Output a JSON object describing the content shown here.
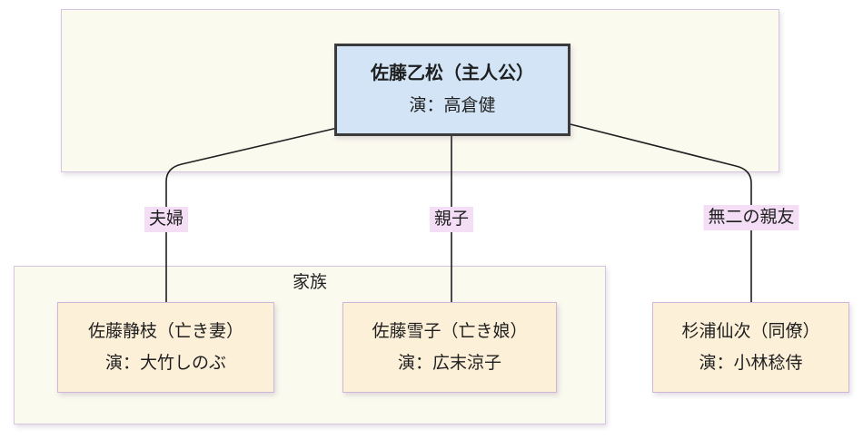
{
  "diagram": {
    "title": "character-relationship-chart",
    "main_character": {
      "name": "佐藤乙松（主人公）",
      "actor": "演：高倉健"
    },
    "relations": [
      {
        "label": "夫婦"
      },
      {
        "label": "親子"
      },
      {
        "label": "無二の親友"
      }
    ],
    "family_group": {
      "label": "家族"
    },
    "characters": [
      {
        "name": "佐藤静枝（亡き妻）",
        "actor": "演：大竹しのぶ"
      },
      {
        "name": "佐藤雪子（亡き娘）",
        "actor": "演：広末涼子"
      },
      {
        "name": "杉浦仙次（同僚）",
        "actor": "演：小林稔侍"
      }
    ],
    "colors": {
      "canvas_bg": "#ffffff",
      "cluster_fill": "#fbfaef",
      "cluster_border": "#d6c4e2",
      "node_fill": "#fdf0d9",
      "node_border": "#cfb5d8",
      "main_node_fill": "#d2e4f6",
      "main_node_border": "#3b3b3b",
      "edge_label_bg": "#f4def6",
      "edge_line": "#1f1f1f",
      "text": "#1f1f1f"
    }
  }
}
